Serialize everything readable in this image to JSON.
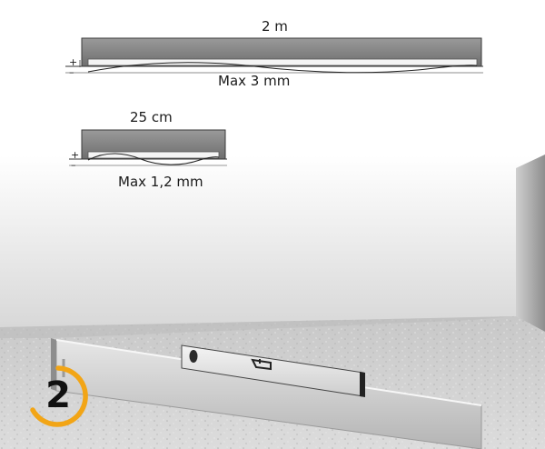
{
  "diagram": {
    "long_straightedge": {
      "length_label": "2 m",
      "tolerance_label": "Max 3 mm",
      "plus_sign": "+",
      "minus_sign": "–"
    },
    "short_straightedge": {
      "length_label": "25 cm",
      "tolerance_label": "Max 1,2 mm",
      "plus_sign": "+",
      "minus_sign": "–"
    },
    "step_number": "2",
    "colors": {
      "ruler_body": "#8a8a8a",
      "ring_accent": "#f2a516",
      "floor": "#d2d2d2",
      "wall": "#b9b9b9"
    }
  }
}
